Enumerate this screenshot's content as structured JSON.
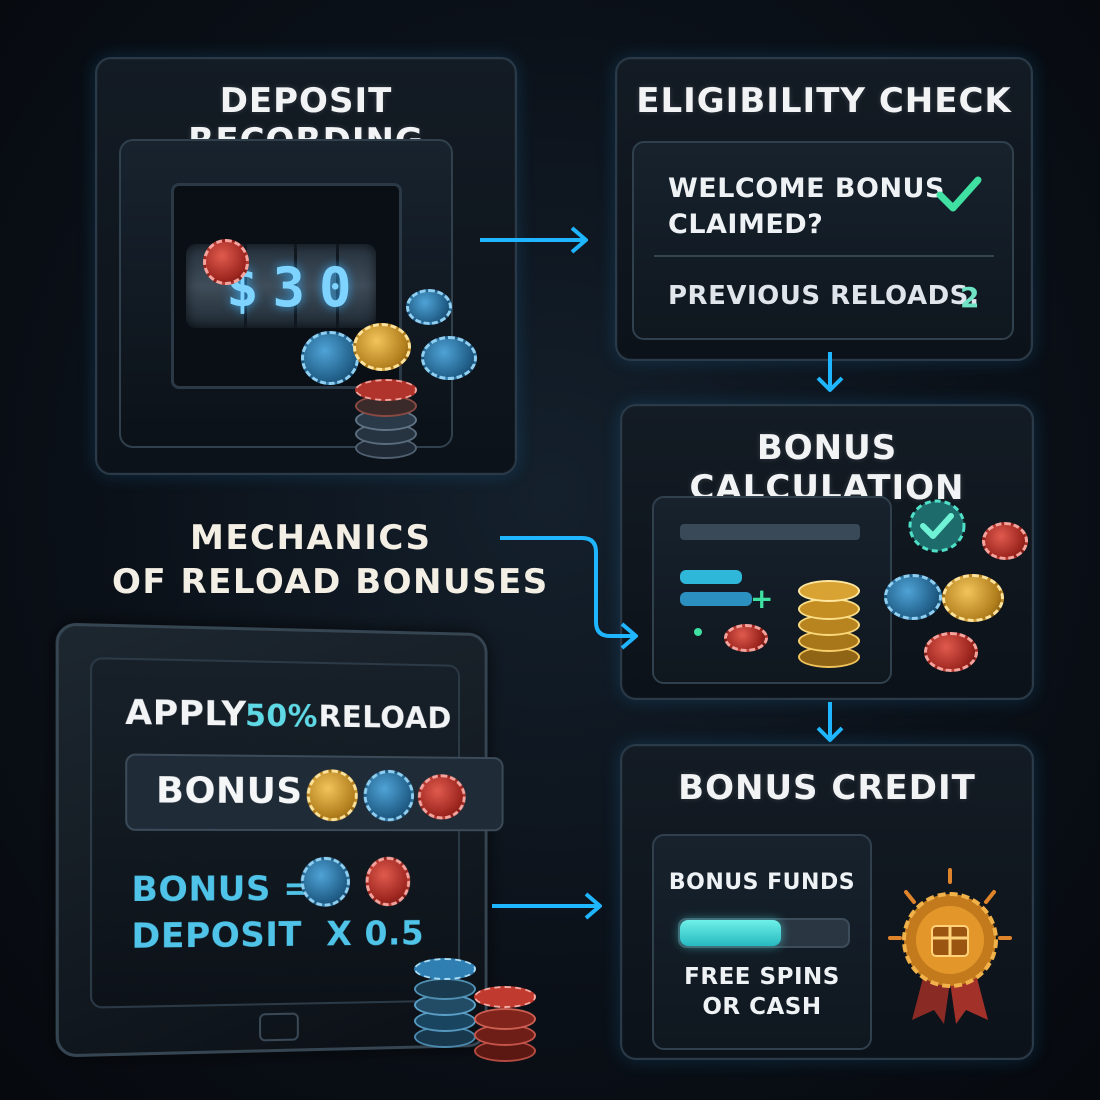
{
  "main_title": [
    "MECHANICS",
    "OF RELOAD BONUSES"
  ],
  "deposit": {
    "title": "DEPOSIT RECORDING",
    "amount": "$30"
  },
  "eligibility": {
    "title": "ELIGIBILITY CHECK",
    "question": [
      "WELCOME BONUS",
      "CLAIMED?"
    ],
    "previous_label": "PREVIOUS RELOADS:",
    "previous_value": "2"
  },
  "calculation": {
    "title": "BONUS CALCULATION",
    "plus": "+"
  },
  "apply": {
    "title_prefix": "APPLY",
    "percent": "50%",
    "title_suffix": "RELOAD",
    "bonus_label": "BONUS =",
    "formula": [
      "BONUS =",
      "DEPOSIT  X 0.5"
    ]
  },
  "credit": {
    "title": "BONUS CREDIT",
    "funds_label": "BONUS FUNDS",
    "progress": 0.6,
    "reward": [
      "FREE SPINS",
      "OR CASH"
    ]
  },
  "colors": {
    "accent": "#1fb6ff",
    "teal": "#36d3c0",
    "check": "#3fe0a2"
  }
}
